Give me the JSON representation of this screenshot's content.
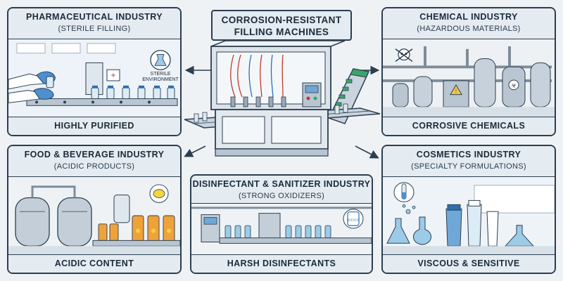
{
  "title": {
    "line1": "CORROSION-RESISTANT",
    "line2": "FILLING MACHINES"
  },
  "panels": {
    "pharma": {
      "title": "PHARMACEUTICAL INDUSTRY",
      "subtitle": "(STERILE FILLING)",
      "footer": "HIGHLY PURIFIED",
      "badge_line1": "STERILE",
      "badge_line2": "ENVIRONMENT"
    },
    "chemical": {
      "title": "CHEMICAL INDUSTRY",
      "subtitle": "(HAZARDOUS MATERIALS)",
      "footer": "CORROSIVE CHEMICALS"
    },
    "food": {
      "title": "FOOD & BEVERAGE INDUSTRY",
      "subtitle": "(ACIDIC PRODUCTS)",
      "footer": "ACIDIC CONTENT"
    },
    "disinfectant": {
      "title": "DISINFECTANT & SANITIZER INDUSTRY",
      "subtitle": "(STRONG OXIDIZERS)",
      "footer": "HARSH DISINFECTANTS",
      "bottle_label": "BLEACH"
    },
    "cosmetics": {
      "title": "COSMETICS INDUSTRY",
      "subtitle": "(SPECIALTY FORMULATIONS)",
      "footer": "VISCOUS & SENSITIVE"
    }
  },
  "colors": {
    "outline": "#2c3e50",
    "panel_header": "#e4ebf1",
    "steel": "#b9c6d2",
    "liquid_blue": "#9ccbe8",
    "juice_orange": "#f0a23a",
    "lemon": "#f5d63a",
    "hazard_yellow": "#f2c94c"
  }
}
